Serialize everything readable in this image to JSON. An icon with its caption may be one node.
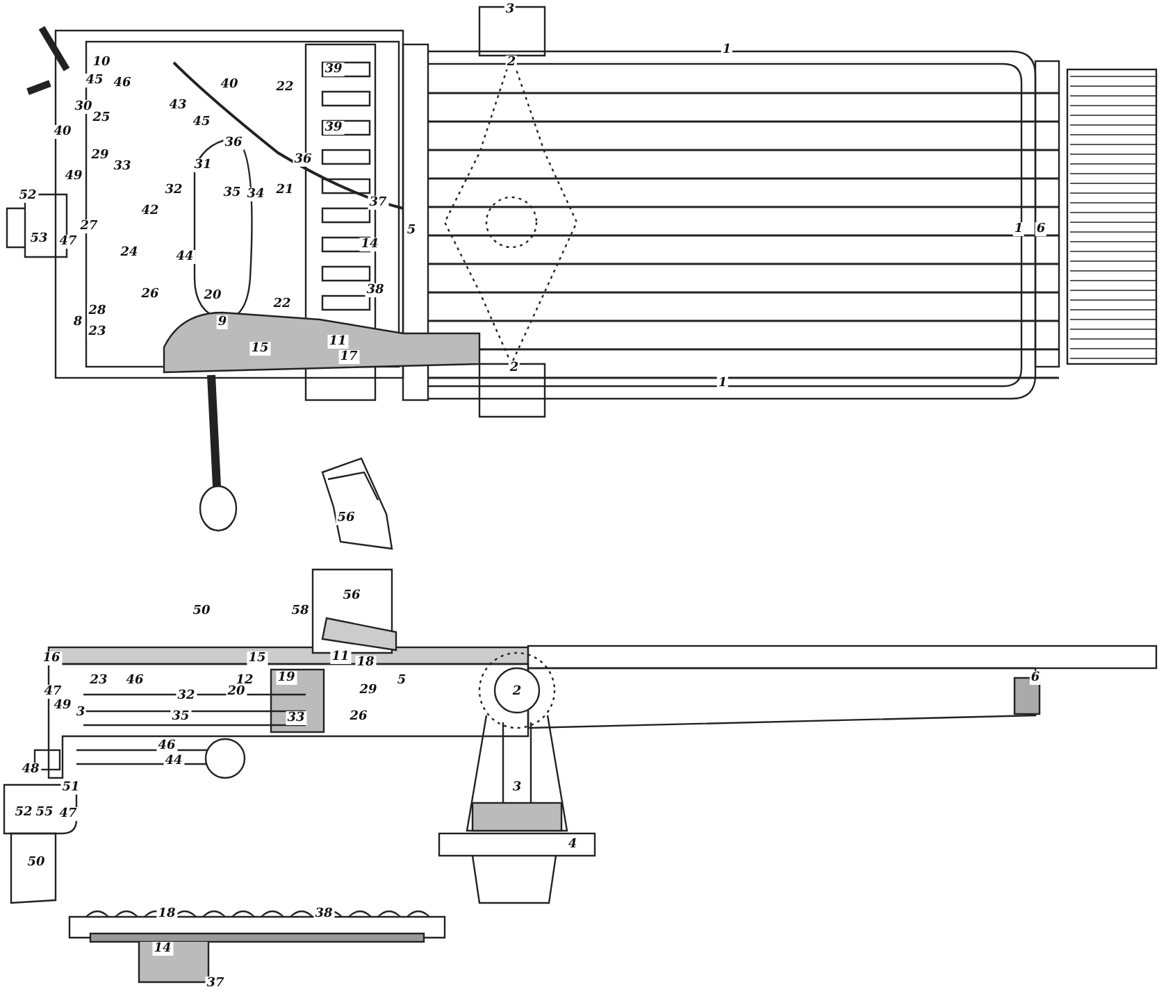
{
  "diagram": {
    "labels": [
      "3",
      "10",
      "45",
      "46",
      "40",
      "22",
      "39",
      "30",
      "25",
      "40",
      "43",
      "45",
      "36",
      "39",
      "36",
      "29",
      "33",
      "31",
      "32",
      "35",
      "34",
      "21",
      "37",
      "49",
      "52",
      "27",
      "53",
      "47",
      "42",
      "24",
      "44",
      "5",
      "14",
      "26",
      "20",
      "38",
      "22",
      "28",
      "8",
      "23",
      "9",
      "15",
      "11",
      "17",
      "2",
      "2",
      "1",
      "1",
      "1",
      "6",
      "56",
      "56",
      "50",
      "58",
      "16",
      "15",
      "11",
      "18",
      "23",
      "46",
      "12",
      "19",
      "20",
      "29",
      "5",
      "2",
      "6",
      "47",
      "49",
      "3",
      "32",
      "35",
      "33",
      "26",
      "46",
      "44",
      "48",
      "51",
      "52",
      "55",
      "47",
      "3",
      "4",
      "50",
      "18",
      "38",
      "14",
      "37"
    ]
  }
}
